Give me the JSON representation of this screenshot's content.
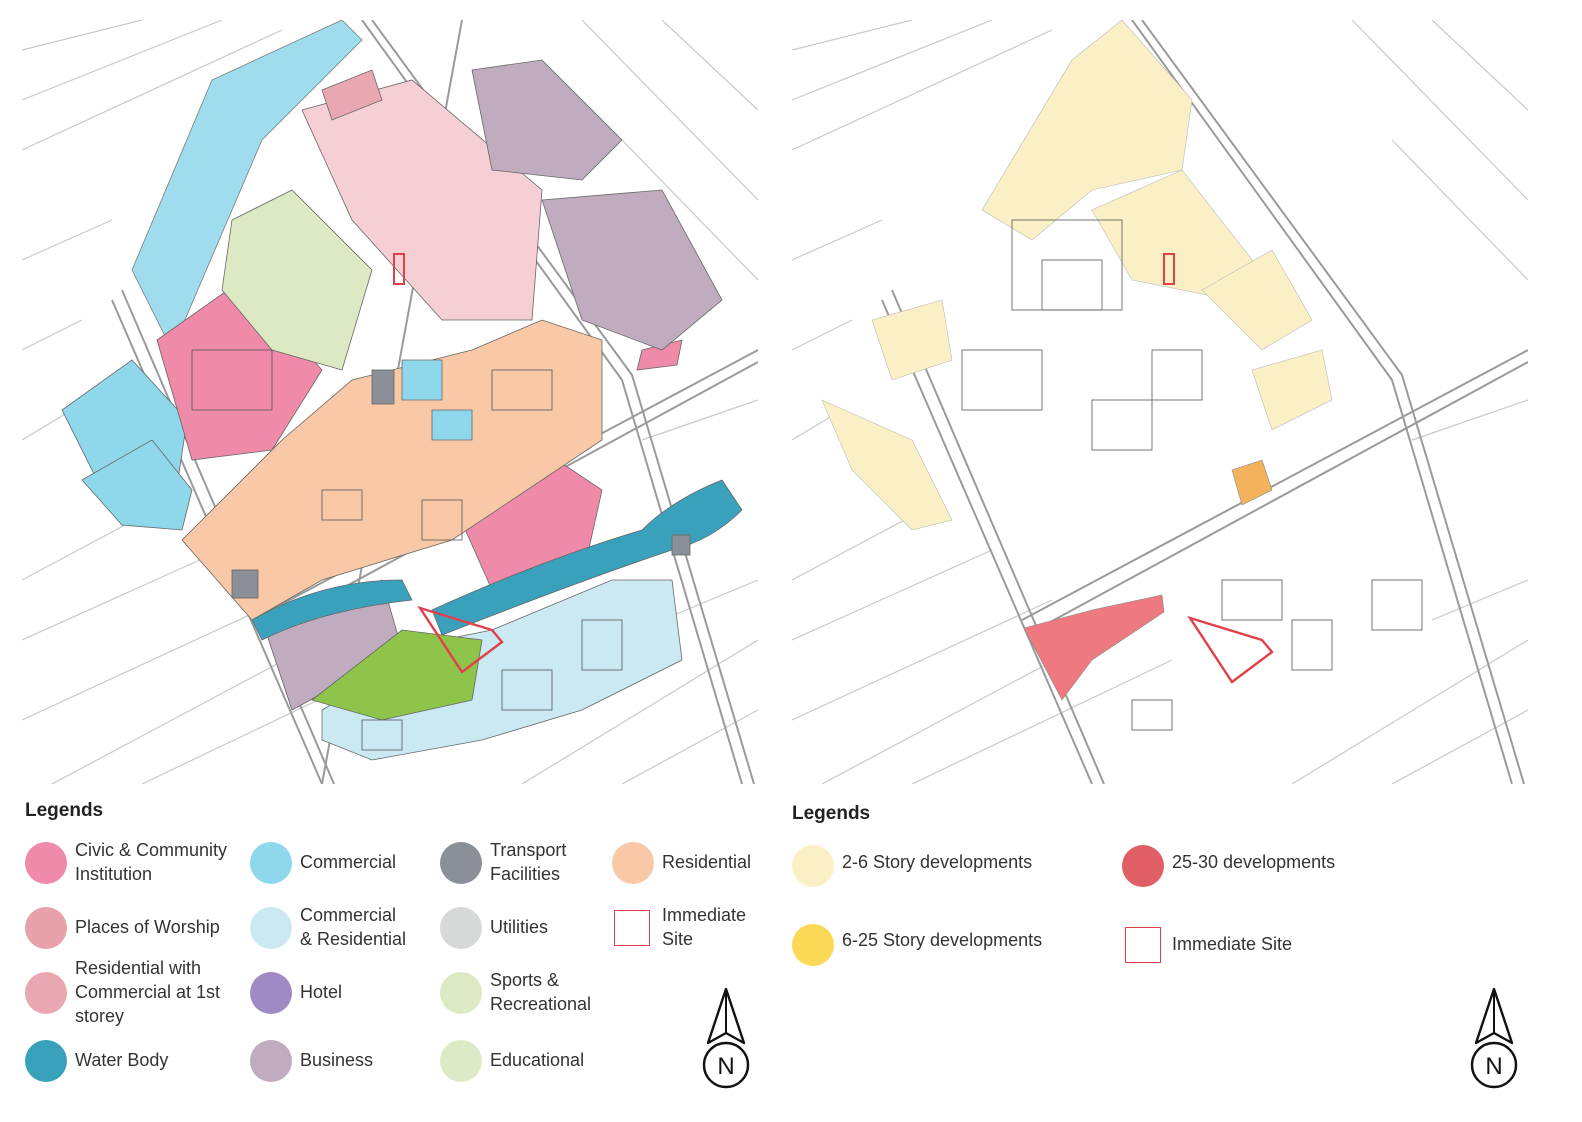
{
  "left_panel": {
    "legend_title": "Legends",
    "items": [
      {
        "label": "Civic & Community\nInstitution",
        "color": "#ef8aa9",
        "shape": "circle"
      },
      {
        "label": "Places of Worship",
        "color": "#e8a1ab",
        "shape": "circle"
      },
      {
        "label": "Residential with\nCommercial at 1st\nstorey",
        "color": "#e9a7b2",
        "shape": "circle"
      },
      {
        "label": "Water Body",
        "color": "#3aa1bd",
        "shape": "circle"
      },
      {
        "label": "Commercial",
        "color": "#8fd7ea",
        "shape": "circle"
      },
      {
        "label": "Commercial\n& Residential",
        "color": "#cbe9f3",
        "shape": "circle"
      },
      {
        "label": "Hotel",
        "color": "#a08ac3",
        "shape": "circle"
      },
      {
        "label": "Business",
        "color": "#c0acbe",
        "shape": "circle"
      },
      {
        "label": "Transport\nFacilities",
        "color": "#8a8f98",
        "shape": "circle"
      },
      {
        "label": "Utilities",
        "color": "#d6d9d7",
        "shape": "circle"
      },
      {
        "label": "Sports &\nRecreational",
        "color": "#dde9c2",
        "shape": "circle"
      },
      {
        "label": "Educational",
        "color": "#dcebc5",
        "shape": "circle"
      },
      {
        "label": "Residential",
        "color": "#f9c8a6",
        "shape": "circle"
      },
      {
        "label": "Immediate\nSite",
        "color": "#e0404a",
        "shape": "square-outline"
      }
    ],
    "north_label": "N"
  },
  "right_panel": {
    "legend_title": "Legends",
    "items": [
      {
        "label": "2-6 Story developments",
        "color": "#fbefc6",
        "shape": "circle"
      },
      {
        "label": "6-25 Story developments",
        "color": "#fbd856",
        "shape": "circle"
      },
      {
        "label": "25-30 developments",
        "color": "#e05f64",
        "shape": "circle"
      },
      {
        "label": "Immediate Site",
        "color": "#e0404a",
        "shape": "square-outline"
      }
    ],
    "north_label": "N"
  },
  "map_colors": {
    "road": "#bdbdbd",
    "building_outline": "#555555",
    "immediate_site": "#e0404a"
  }
}
